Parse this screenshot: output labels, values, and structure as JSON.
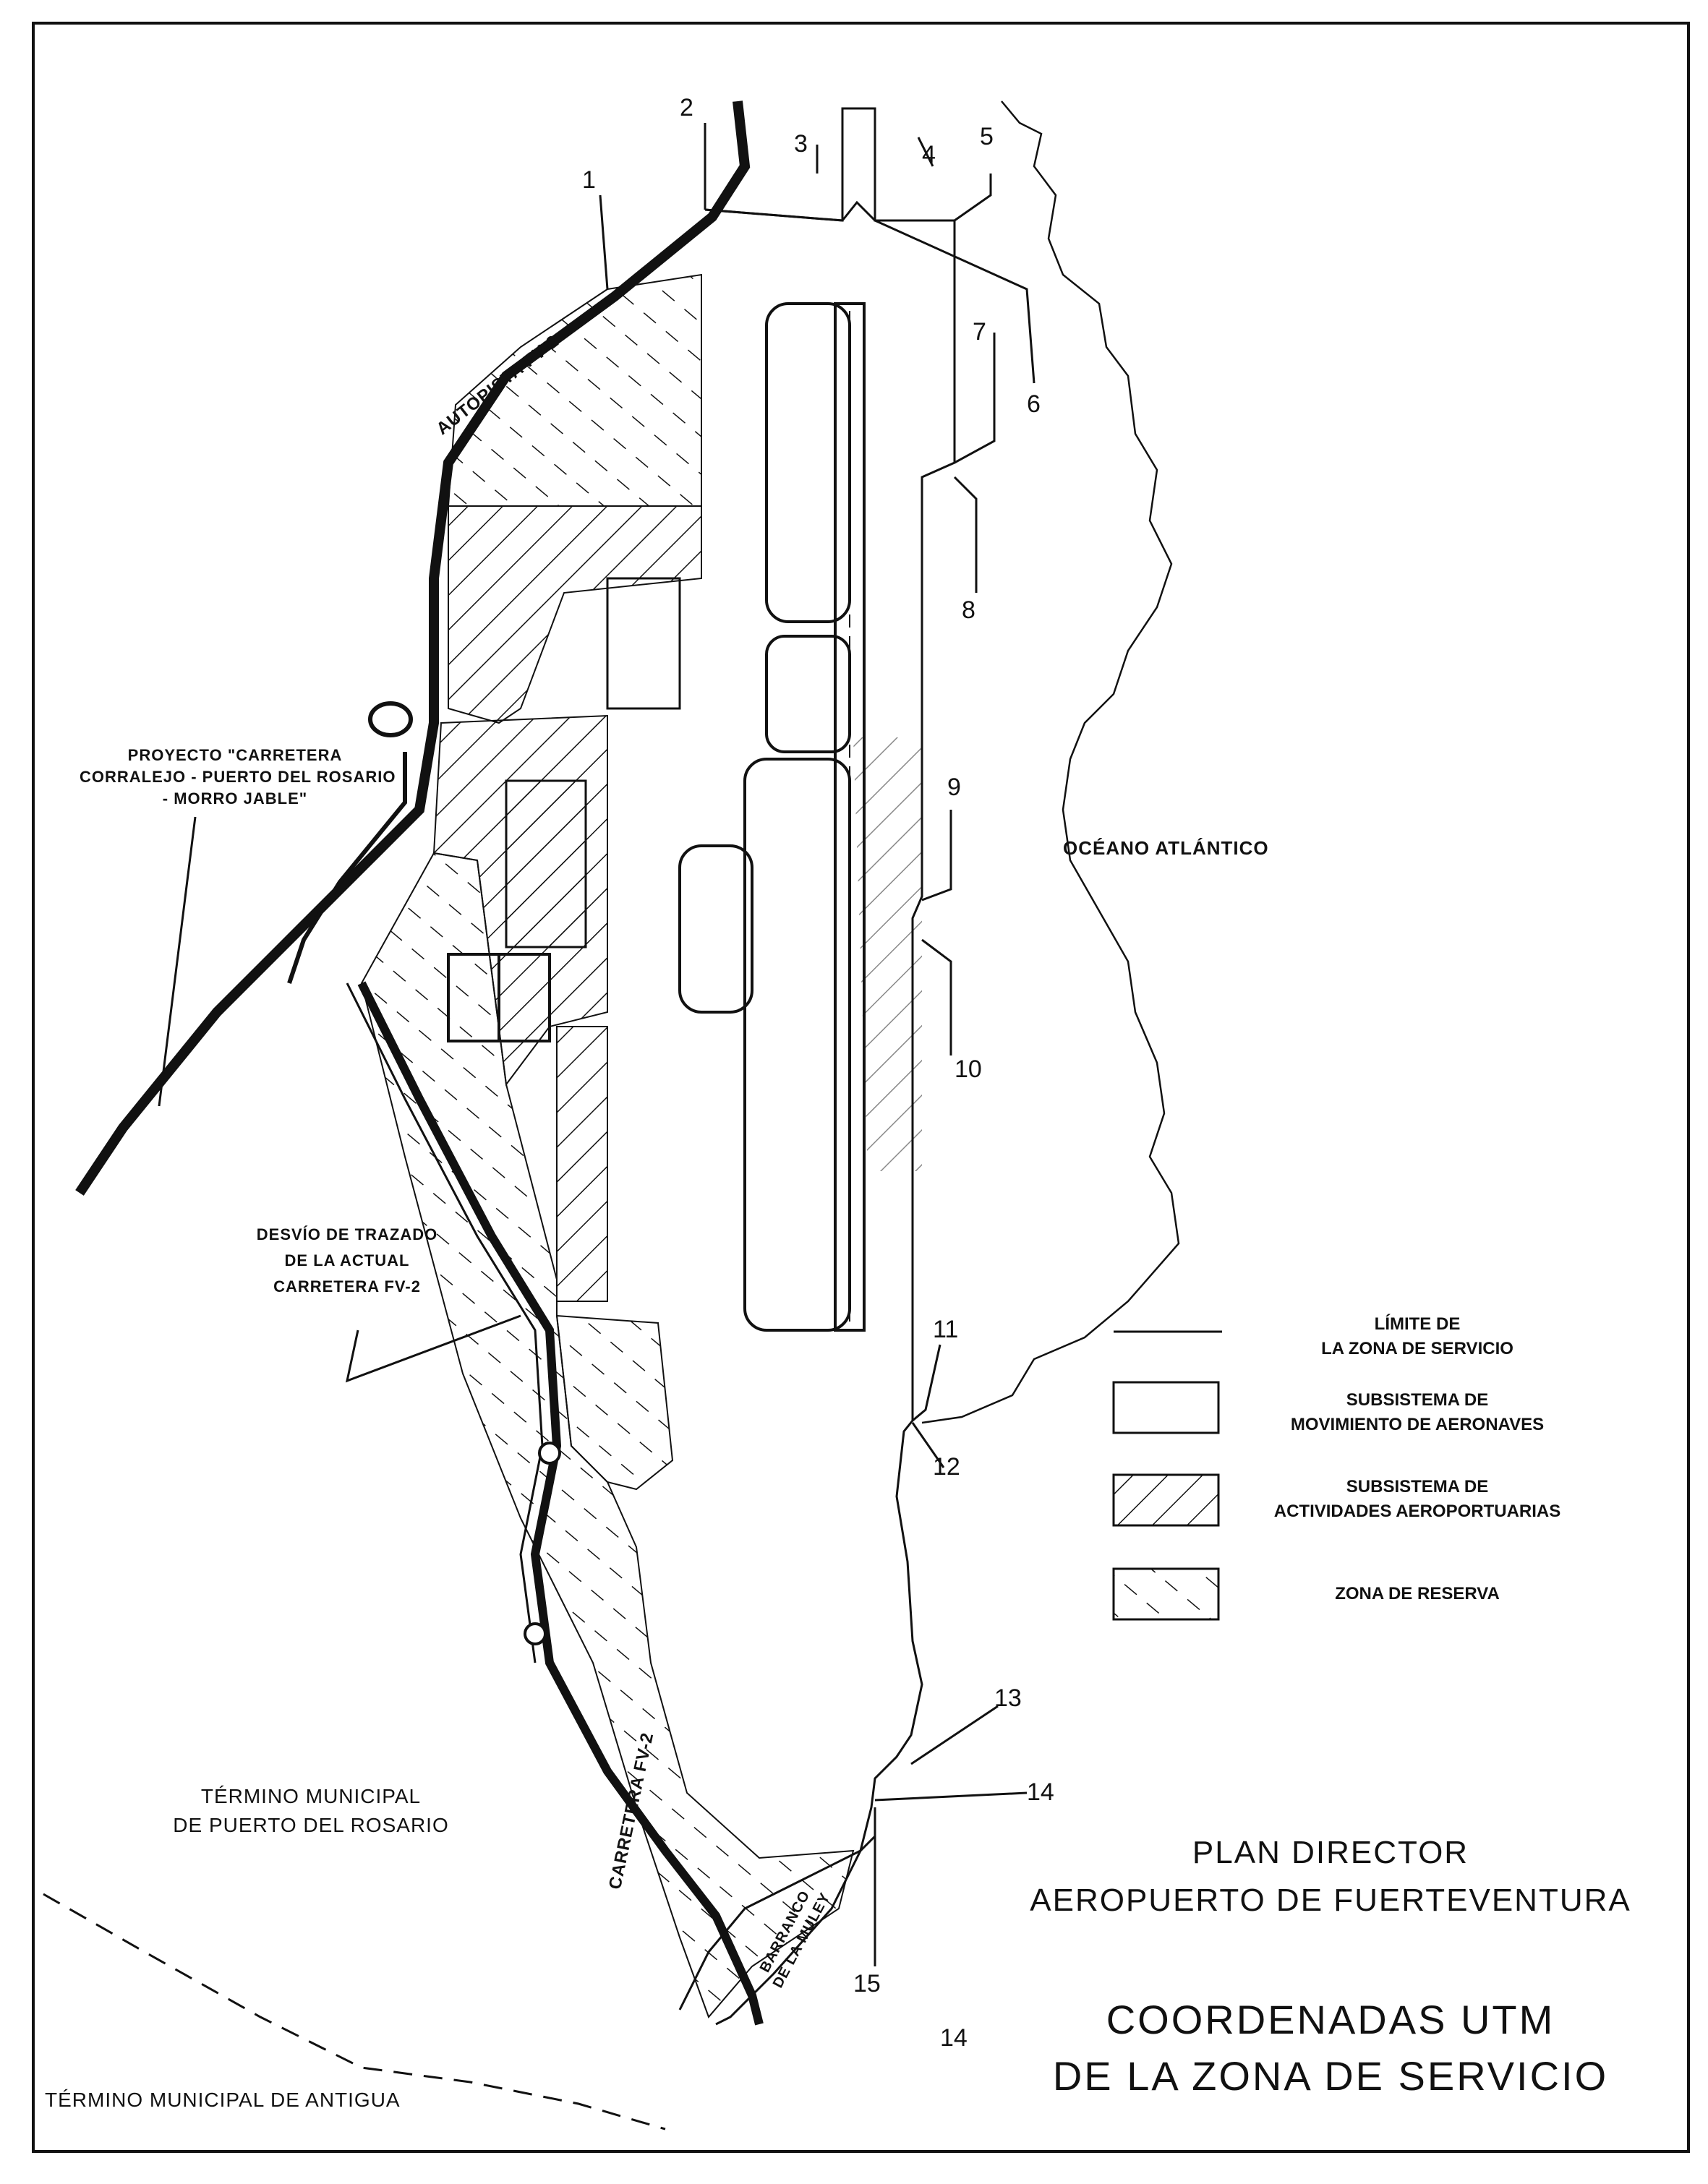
{
  "points": [
    "1",
    "2",
    "3",
    "4",
    "5",
    "6",
    "7",
    "8",
    "9",
    "10",
    "11",
    "12",
    "13",
    "14",
    "15",
    "14"
  ],
  "labels": {
    "autopista": "AUTOPISTA FV-2",
    "proyecto": "PROYECTO \"CARRETERA CORRALEJO - PUERTO DEL ROSARIO - MORRO JABLE\"",
    "proyecto_lines": [
      "PROYECTO \"CARRETERA",
      "CORRALEJO - PUERTO DEL ROSARIO",
      "- MORRO JABLE\""
    ],
    "desvio_lines": [
      "DESVÍO DE TRAZADO",
      "DE LA ACTUAL",
      "CARRETERA FV-2"
    ],
    "oceano": "OCÉANO ATLÁNTICO",
    "carretera": "CARRETERA FV-2",
    "barranco_lines": [
      "BARRANCO",
      "DE LA MULEY"
    ],
    "termino_puerto_lines": [
      "TÉRMINO MUNICIPAL",
      "DE PUERTO DEL ROSARIO"
    ],
    "termino_antigua": "TÉRMINO MUNICIPAL DE ANTIGUA"
  },
  "legend": [
    {
      "lines": [
        "LÍMITE DE",
        "LA ZONA DE SERVICIO"
      ],
      "symbol": "line"
    },
    {
      "lines": [
        "SUBSISTEMA DE",
        "MOVIMIENTO DE AERONAVES"
      ],
      "symbol": "blank"
    },
    {
      "lines": [
        "SUBSISTEMA DE",
        "ACTIVIDADES AEROPORTUARIAS"
      ],
      "symbol": "hatch"
    },
    {
      "lines": [
        "ZONA DE RESERVA"
      ],
      "symbol": "dashed-hatch"
    }
  ],
  "title": {
    "line1": "PLAN DIRECTOR",
    "line2": "AEROPUERTO DE FUERTEVENTURA",
    "line3": "COORDENADAS UTM",
    "line4": "DE LA ZONA DE SERVICIO"
  },
  "colors": {
    "ink": "#111111",
    "paper": "#ffffff"
  }
}
